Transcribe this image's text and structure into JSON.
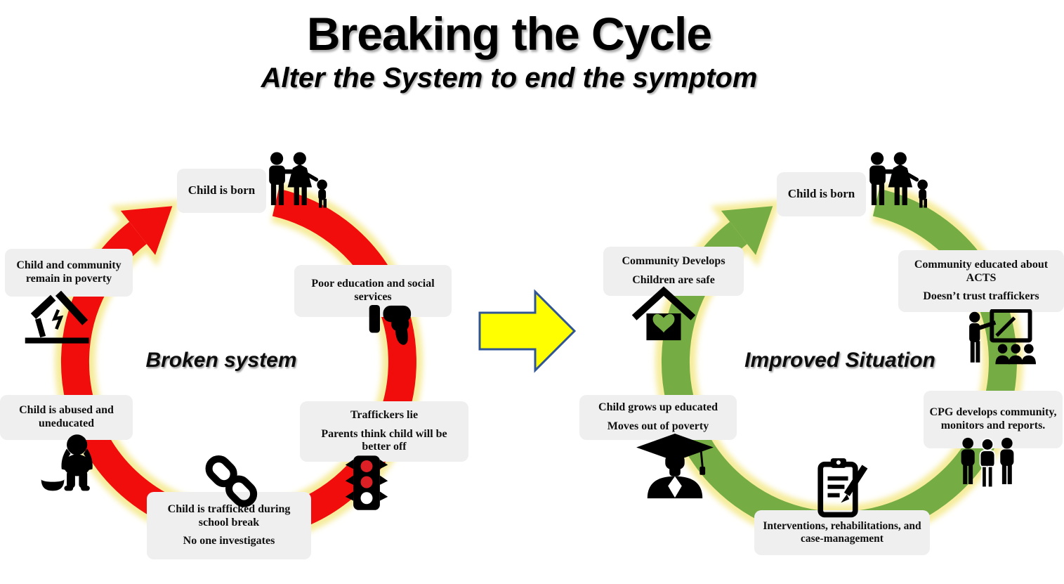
{
  "title": "Breaking the Cycle",
  "subtitle": "Alter the System to end the symptom",
  "left_cycle": {
    "center_label": "Broken system",
    "ring_color": "#F20D0D",
    "glow_color": "#F6EC9C",
    "direction": "clockwise",
    "steps": [
      {
        "id": "child-is-born",
        "line1": "Child is born",
        "icon": "family-icon"
      },
      {
        "id": "poor-education",
        "line1": "Poor education and social services",
        "icon": "thumbs-down-icon"
      },
      {
        "id": "traffickers-lie",
        "line1": "Traffickers lie",
        "line2": "Parents think child will be better off",
        "icon": "traffic-light-icon"
      },
      {
        "id": "child-trafficked",
        "line1": "Child is trafficked during school break",
        "line2": "No one investigates",
        "icon": "chain-icon"
      },
      {
        "id": "child-abused",
        "line1": "Child is abused and uneducated",
        "icon": "hungry-child-icon"
      },
      {
        "id": "remain-in-poverty",
        "line1": "Child and community remain in poverty",
        "icon": "broken-house-icon"
      }
    ]
  },
  "right_cycle": {
    "center_label": "Improved Situation",
    "ring_color": "#76AC44",
    "glow_color": "#F6EC9C",
    "direction": "clockwise",
    "steps": [
      {
        "id": "child-is-born",
        "line1": "Child is born",
        "icon": "family-icon"
      },
      {
        "id": "community-educated",
        "line1": "Community educated about ACTS",
        "line2": "Doesn’t trust traffickers",
        "icon": "presenter-icon"
      },
      {
        "id": "cpg-develops",
        "line1": "CPG develops community, monitors and reports.",
        "icon": "three-people-icon"
      },
      {
        "id": "interventions",
        "line1": "Interventions, rehabilitations, and case-management",
        "icon": "clipboard-icon"
      },
      {
        "id": "child-grows-up",
        "line1": "Child grows up educated",
        "line2": "Moves out of poverty",
        "icon": "graduate-icon"
      },
      {
        "id": "community-develops",
        "line1": "Community Develops",
        "line2": "Children are safe",
        "icon": "house-heart-icon"
      }
    ]
  },
  "transition": {
    "shape": "right-arrow",
    "fill": "#FFFF00",
    "border": "#2F5597"
  },
  "icon_colors": {
    "silhouette": "#000000",
    "traffic_light_red": "#DD1F26"
  }
}
